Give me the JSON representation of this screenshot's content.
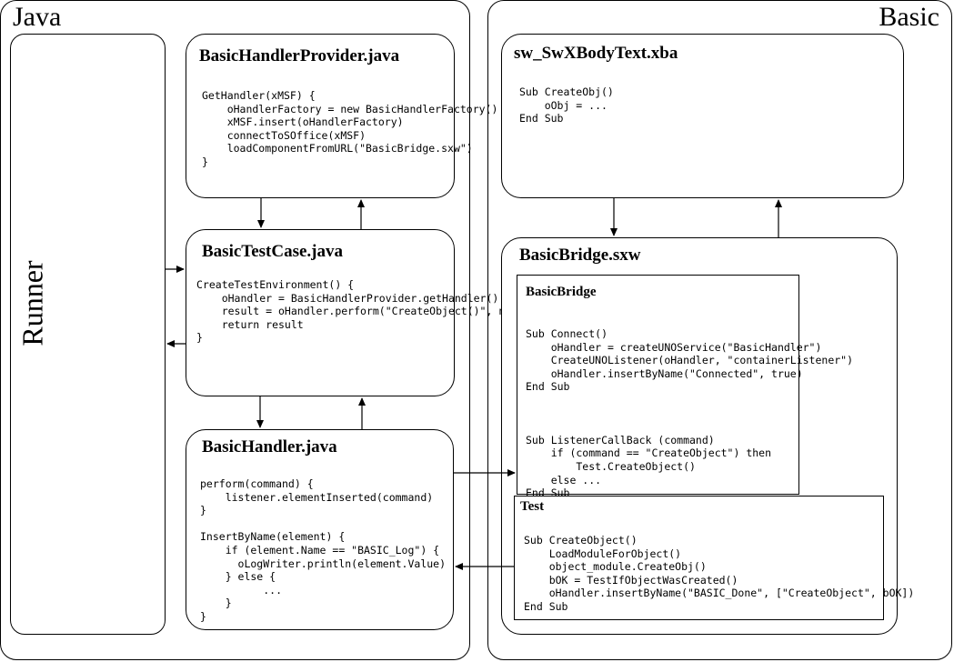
{
  "diagram": {
    "java_section": {
      "label": "Java"
    },
    "basic_section": {
      "label": "Basic"
    },
    "runner": {
      "label": "Runner"
    },
    "basic_handler_provider": {
      "title": "BasicHandlerProvider.java",
      "code": "GetHandler(xMSF) {\n    oHandlerFactory = new BasicHandlerFactory()\n    xMSF.insert(oHandlerFactory)\n    connectToSOffice(xMSF)\n    loadComponentFromURL(\"BasicBridge.sxw\")\n}"
    },
    "basic_test_case": {
      "title": "BasicTestCase.java",
      "code": "CreateTestEnvironment() {\n    oHandler = BasicHandlerProvider.getHandler()\n    result = oHandler.perform(\"CreateObject()\", name)\n    return result\n}"
    },
    "basic_handler": {
      "title": "BasicHandler.java",
      "code": "perform(command) {\n    listener.elementInserted(command)\n}\n\nInsertByName(element) {\n    if (element.Name == \"BASIC_Log\") {\n      oLogWriter.println(element.Value)\n    } else {\n          ...\n    }\n}"
    },
    "sw_body_text": {
      "title": "sw_SwXBodyText.xba",
      "code": "Sub CreateObj()\n    oObj = ...\nEnd Sub"
    },
    "basic_bridge_sxw": {
      "title": "BasicBridge.sxw",
      "basic_bridge_module": {
        "title": "BasicBridge",
        "code": "Sub Connect()\n    oHandler = createUNOService(\"BasicHandler\")\n    CreateUNOListener(oHandler, \"containerListener\")\n    oHandler.insertByName(\"Connected\", true)\nEnd Sub\n\n\n\nSub ListenerCallBack (command)\n    if (command == \"CreateObject\") then\n        Test.CreateObject()\n    else ...\nEnd Sub"
      },
      "test_module": {
        "title": "Test",
        "code": "Sub CreateObject()\n    LoadModuleForObject()\n    object_module.CreateObj()\n    bOK = TestIfObjectWasCreated()\n    oHandler.insertByName(\"BASIC_Done\", [\"CreateObject\", bOK])\nEnd Sub"
      }
    }
  }
}
